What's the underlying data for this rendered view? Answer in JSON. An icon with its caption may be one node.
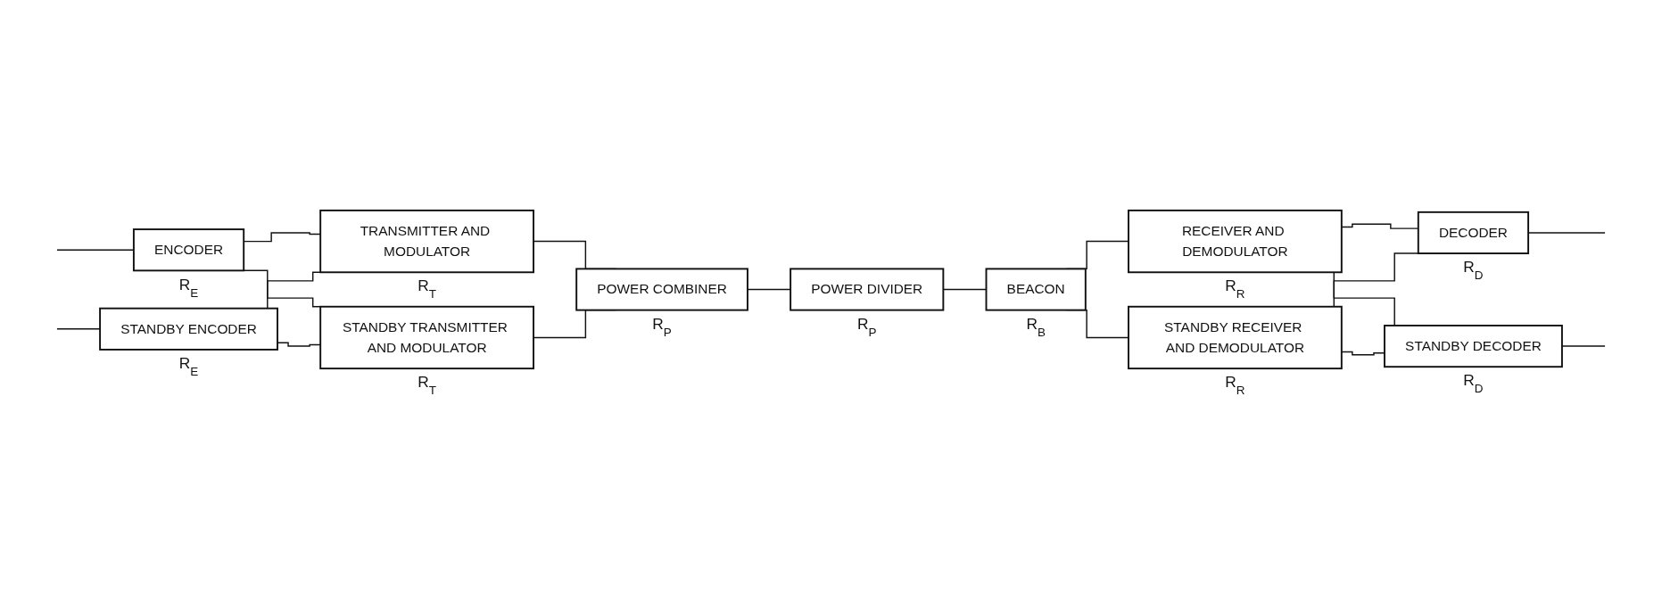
{
  "diagram": {
    "nodes": [
      {
        "text": [
          "ENCODER"
        ],
        "beside": [
          "R$_{E}$"
        ]
      },
      {
        "text": [
          "STANDBY ENCODER"
        ],
        "beside": [
          "R$_{E}$"
        ]
      },
      {
        "text": [
          "TRANSMITTER AND MODULATOR"
        ],
        "beside": [
          "R$_{T}$"
        ]
      },
      {
        "text": [
          "STANDBY TRANSMITTER AND MODULATOR"
        ],
        "beside": [
          "R$_{T}$"
        ]
      },
      {
        "text": [
          "POWER COMBINER"
        ],
        "beside": [
          "R$_{P}$"
        ]
      },
      {
        "text": [
          "POWER DIVIDER"
        ],
        "beside": [
          "R$_{P}$"
        ]
      },
      {
        "text": [
          "BEACON"
        ],
        "beside": [
          "R$_{B}$"
        ]
      },
      {
        "text": [
          "RECEIVER AND DEMODULATOR"
        ],
        "beside": [
          "R$_{R}$"
        ]
      },
      {
        "text": [
          "STANDBY RECEIVER AND DEMODULATOR"
        ],
        "beside": [
          "R$_{R}$"
        ]
      },
      {
        "text": [
          "DECODER"
        ],
        "beside": [
          "R$_{D}$"
        ]
      },
      {
        "text": [
          "STANDBY DECODER"
        ],
        "beside": [
          "R$_{D}$"
        ]
      }
    ],
    "edges": [
      {
        "from": null,
        "to": 0,
        "arrow": "none"
      },
      {
        "from": null,
        "to": 1,
        "arrow": "none"
      },
      {
        "from": 0,
        "to": 2,
        "arrow": "none"
      },
      {
        "from": 0,
        "to": 3,
        "arrow": "none"
      },
      {
        "from": 1,
        "to": 2,
        "arrow": "none"
      },
      {
        "from": 1,
        "to": 3,
        "arrow": "none"
      },
      {
        "from": 2,
        "to": 4,
        "arrow": "none"
      },
      {
        "from": 3,
        "to": 4,
        "arrow": "none"
      },
      {
        "from": 4,
        "to": 5,
        "arrow": "none"
      },
      {
        "from": 5,
        "to": 6,
        "arrow": "none"
      },
      {
        "from": 6,
        "to": 7,
        "arrow": "none"
      },
      {
        "from": 6,
        "to": 8,
        "arrow": "none"
      },
      {
        "from": 7,
        "to": 9,
        "arrow": "none"
      },
      {
        "from": 7,
        "to": 10,
        "arrow": "none"
      },
      {
        "from": 8,
        "to": 9,
        "arrow": "none"
      },
      {
        "from": 8,
        "to": 10,
        "arrow": "none"
      },
      {
        "from": 9,
        "to": null,
        "arrow": "none"
      },
      {
        "from": 10,
        "to": null,
        "arrow": "none"
      }
    ]
  }
}
